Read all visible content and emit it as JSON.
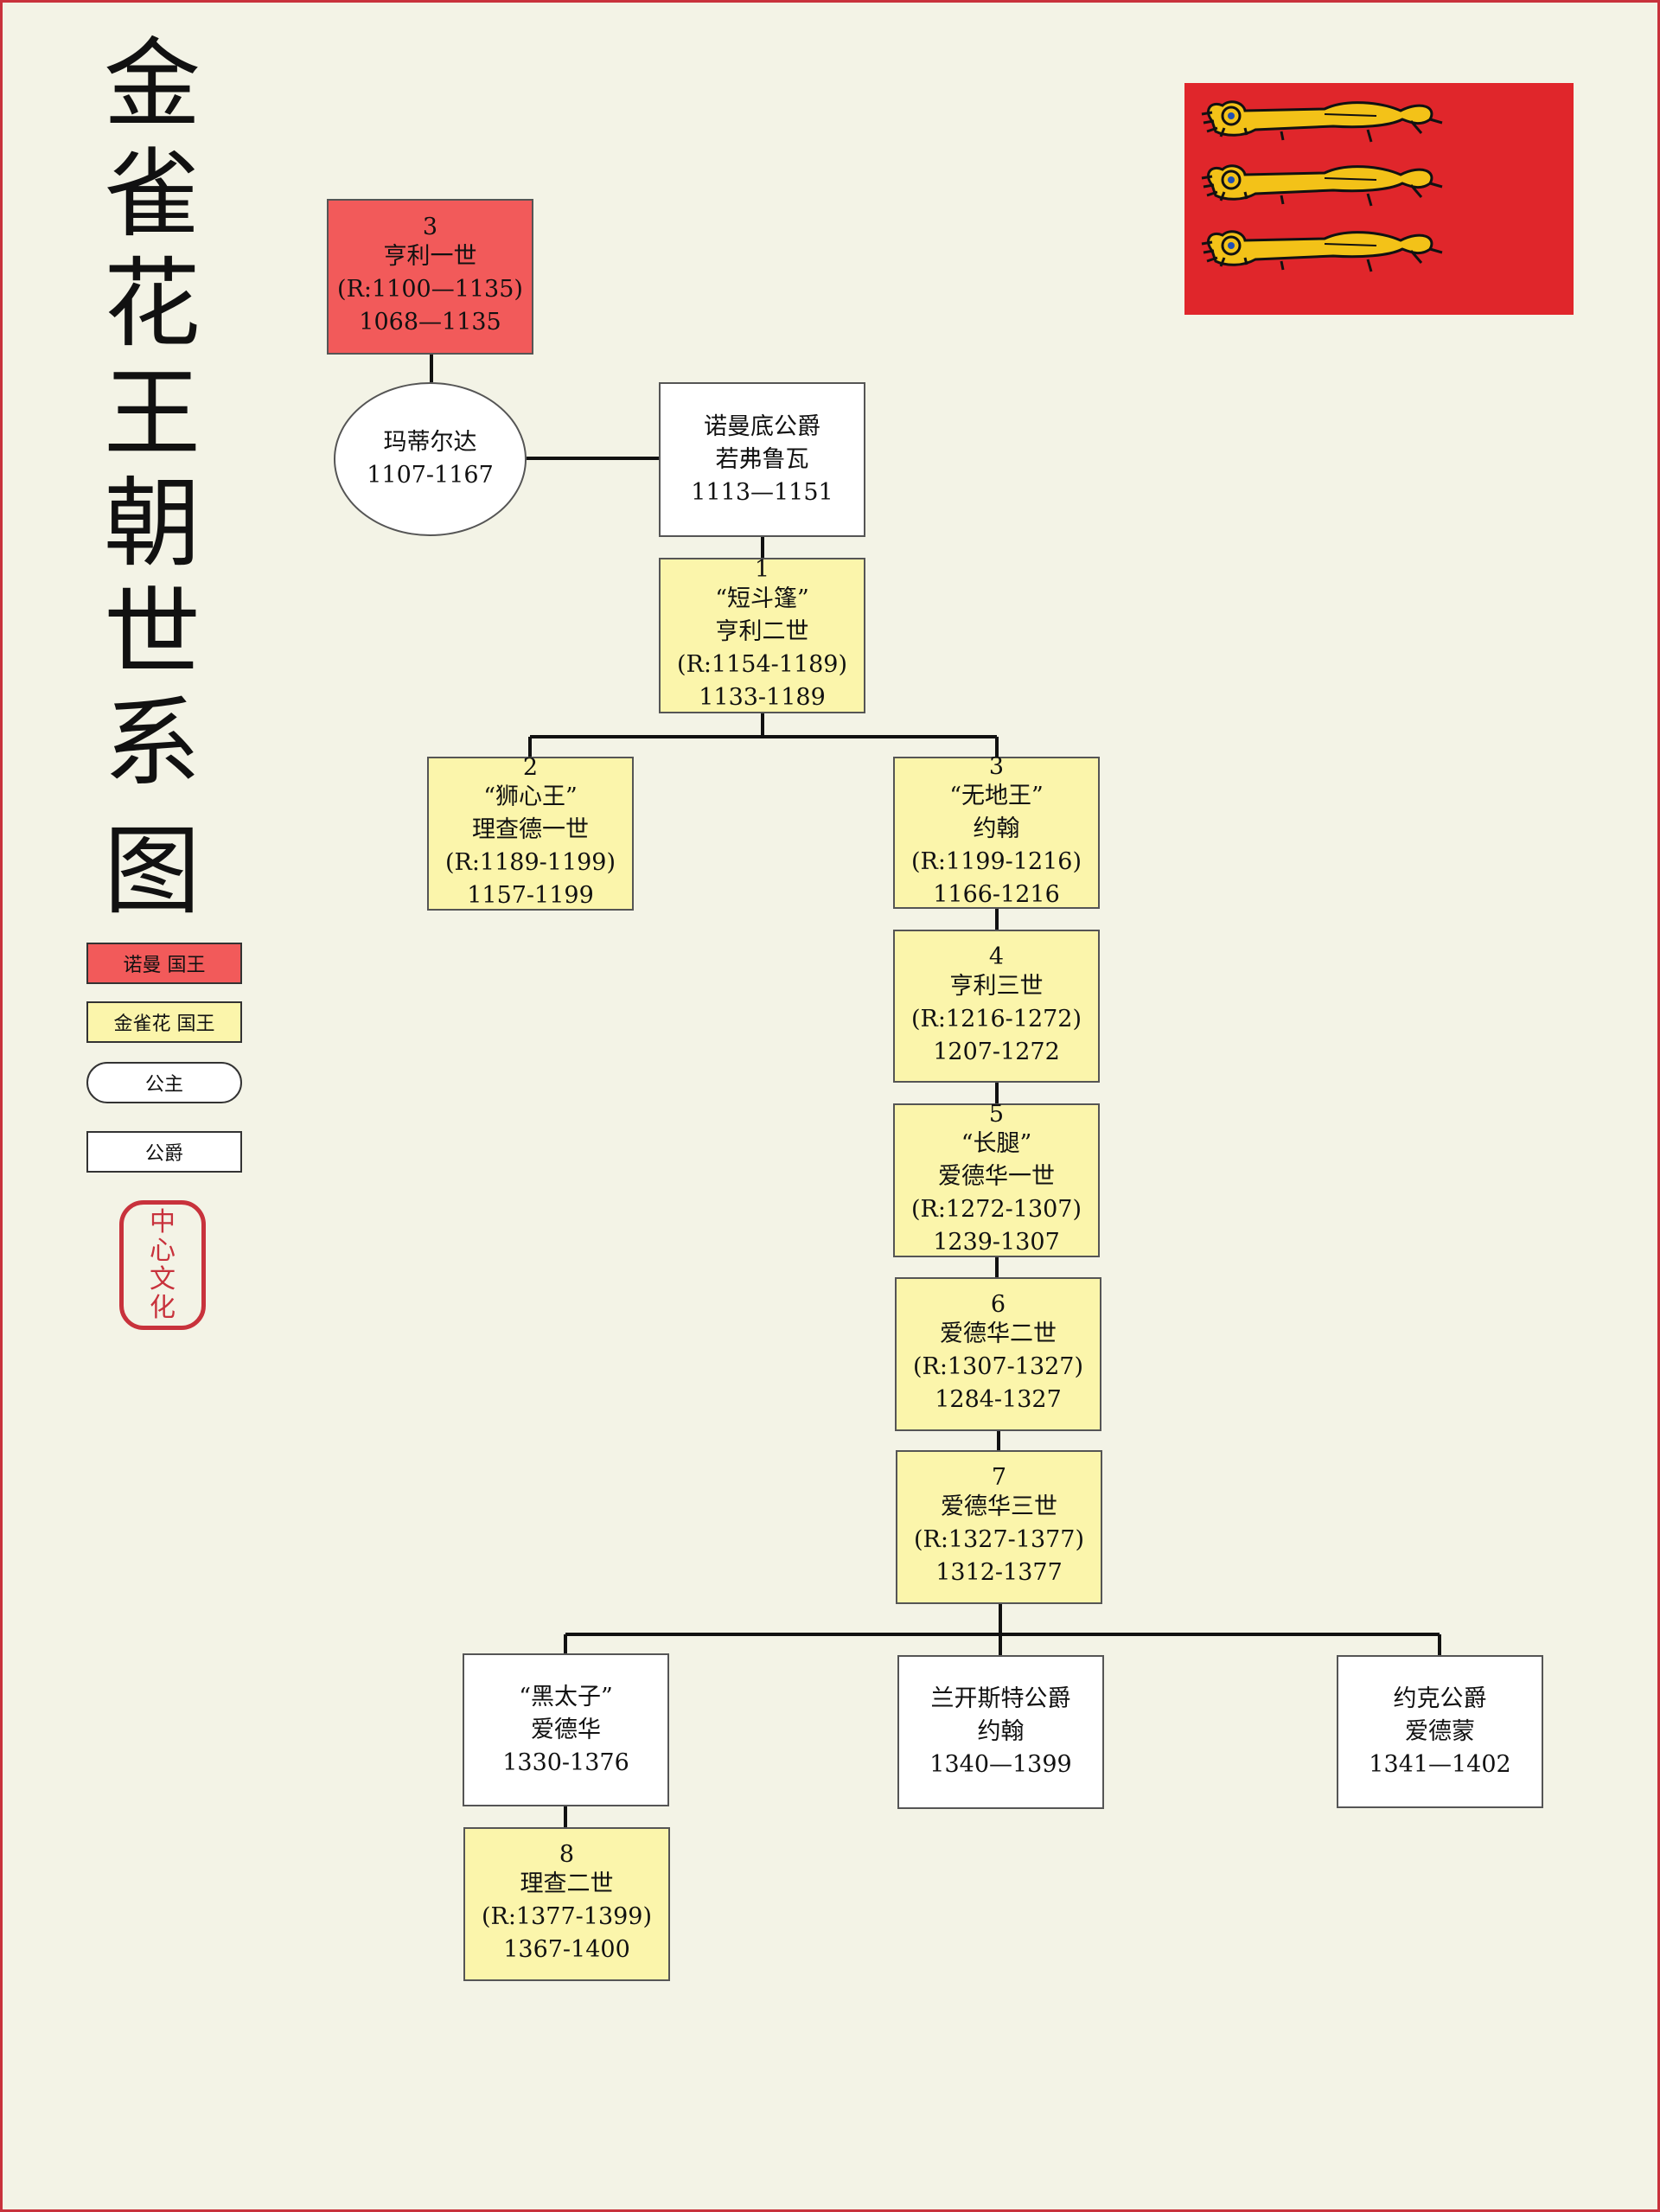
{
  "title": [
    "金",
    "雀",
    "花",
    "王",
    "朝",
    "世",
    "系",
    "图"
  ],
  "legend": {
    "norman_king": "诺曼 国王",
    "plantagenet_king": "金雀花 国王",
    "princess": "公主",
    "duke": "公爵"
  },
  "seal": [
    "中",
    "心",
    "文",
    "化"
  ],
  "flag": {
    "icon": "three-lions-flag-icon",
    "colors": {
      "field": "#e0262b",
      "lion": "#f3c218",
      "outline": "#111111",
      "accent": "#1f4fb5"
    }
  },
  "colors": {
    "norman_king": "#f25a5a",
    "plantagenet_king": "#fbf5ab",
    "duke": "#ffffff",
    "border": "#c8323c"
  },
  "people": {
    "henry1": {
      "num": "3",
      "lines": [
        "亨利一世",
        "(R:1100—1135)",
        "1068—1135"
      ]
    },
    "matilda": {
      "lines": [
        "玛蒂尔达",
        "1107-1167"
      ]
    },
    "geoffrey": {
      "lines": [
        "诺曼底公爵",
        "若弗鲁瓦",
        "1113—1151"
      ]
    },
    "henry2": {
      "num": "1",
      "lines": [
        "“短斗篷”",
        "亨利二世",
        "(R:1154-1189)",
        "1133-1189"
      ]
    },
    "richard1": {
      "num": "2",
      "lines": [
        "“狮心王”",
        "理查德一世",
        "(R:1189-1199)",
        "1157-1199"
      ]
    },
    "john": {
      "num": "3",
      "lines": [
        "“无地王”",
        "约翰",
        "(R:1199-1216)",
        "1166-1216"
      ]
    },
    "henry3": {
      "num": "4",
      "lines": [
        "亨利三世",
        "(R:1216-1272)",
        "1207-1272"
      ]
    },
    "edward1": {
      "num": "5",
      "lines": [
        "“长腿”",
        "爱德华一世",
        "(R:1272-1307)",
        "1239-1307"
      ]
    },
    "edward2": {
      "num": "6",
      "lines": [
        "爱德华二世",
        "(R:1307-1327)",
        "1284-1327"
      ]
    },
    "edward3": {
      "num": "7",
      "lines": [
        "爱德华三世",
        "(R:1327-1377)",
        "1312-1377"
      ]
    },
    "black_prince": {
      "lines": [
        "“黑太子”",
        "爱德华",
        "1330-1376"
      ]
    },
    "lancaster": {
      "lines": [
        "兰开斯特公爵",
        "约翰",
        "1340—1399"
      ]
    },
    "york": {
      "lines": [
        "约克公爵",
        "爱德蒙",
        "1341—1402"
      ]
    },
    "richard2": {
      "num": "8",
      "lines": [
        "理查二世",
        "(R:1377-1399)",
        "1367-1400"
      ]
    }
  }
}
